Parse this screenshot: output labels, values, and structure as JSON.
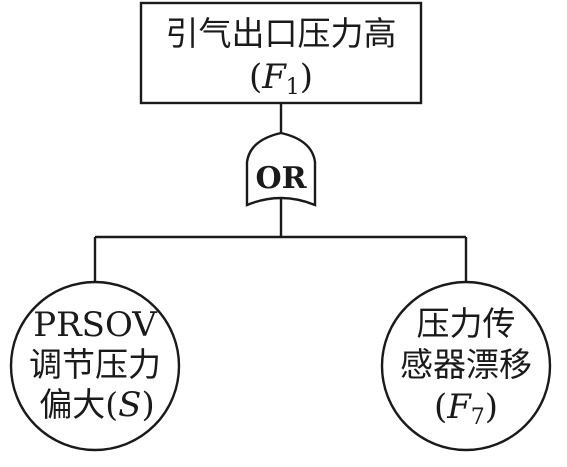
{
  "top_event": {
    "title": "引气出口压力高",
    "code_letter": "F",
    "code_sub": "1"
  },
  "gate": {
    "label": "OR"
  },
  "left_event": {
    "line1": "PRSOV",
    "line2": "调节压力",
    "line3_text": "偏大(",
    "line3_code": "S",
    "line3_close": ")"
  },
  "right_event": {
    "line1": "压力传",
    "line2": "感器漂移",
    "code_open": "(",
    "code_letter": "F",
    "code_sub": "7",
    "code_close": ")"
  },
  "colors": {
    "line": "#1a1a1a",
    "background": "#ffffff"
  }
}
